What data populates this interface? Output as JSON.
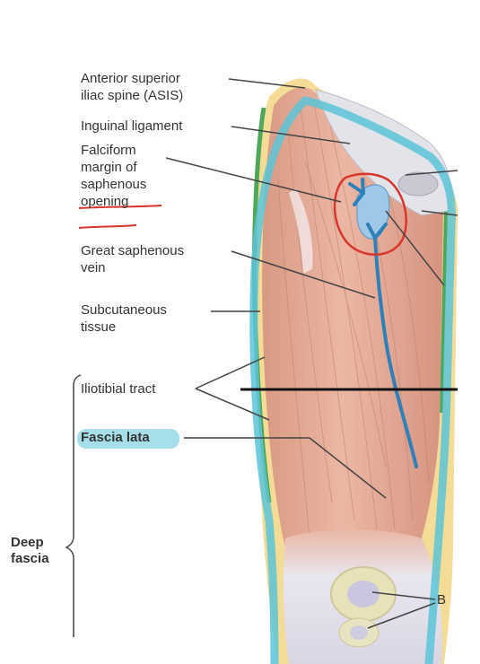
{
  "labels": {
    "asis_line1": "Anterior superior",
    "asis_line2": "iliac spine (ASIS)",
    "inguinal": "Inguinal ligament",
    "falciform_line1": "Falciform",
    "falciform_line2": "margin of",
    "falciform_line3": "saphenous",
    "falciform_line4": "opening",
    "saphenous_line1": "Great saphenous",
    "saphenous_line2": "vein",
    "subcut_line1": "Subcutaneous",
    "subcut_line2": "tissue",
    "iliotibial": "Iliotibial tract",
    "fascia_lata": "Fascia lata",
    "deep_line1": "Deep",
    "deep_line2": "fascia",
    "right_cut": "B"
  },
  "colors": {
    "muscle": "#e2a893",
    "muscle_dark": "#c98a77",
    "fascia_green": "#4fa85a",
    "fascia_yellow": "#f2d98a",
    "vein_blue": "#2f7fb8",
    "highlight_cyan": "#5cc4d8",
    "annotation_red": "#d9362b",
    "ligament": "#d8d8de",
    "leader": "#444444"
  }
}
